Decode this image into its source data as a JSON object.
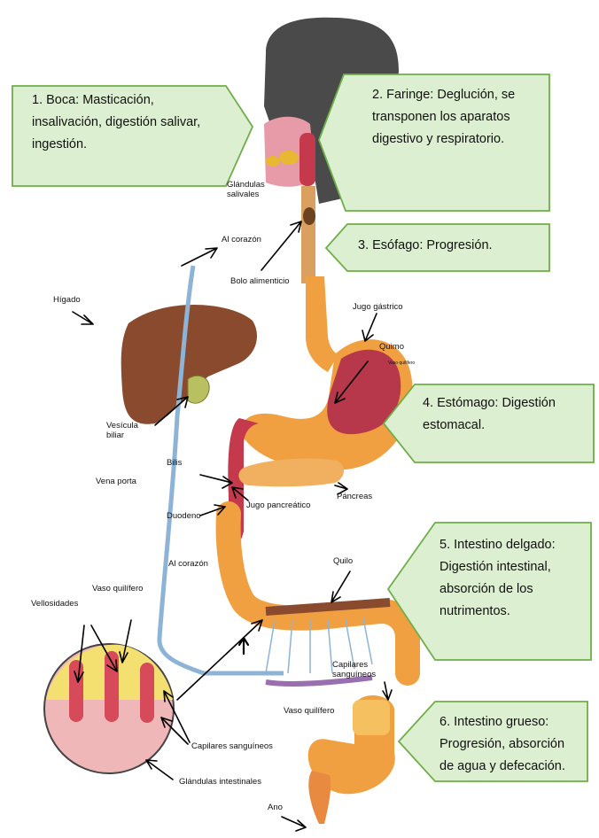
{
  "callouts": [
    {
      "lines": [
        "1. Boca: Masticación,",
        "insalivación, digestión salivar,",
        "ingestión."
      ]
    },
    {
      "lines": [
        "2. Faringe: Deglución, se",
        "transponen los aparatos",
        "digestivo y respiratorio."
      ]
    },
    {
      "lines": [
        "3. Esófago: Progresión."
      ]
    },
    {
      "lines": [
        "4. Estómago: Digestión",
        "estomacal."
      ]
    },
    {
      "lines": [
        "5. Intestino delgado:",
        "Digestión intestinal,",
        "absorción de los",
        "nutrimentos."
      ]
    },
    {
      "lines": [
        "6. Intestino grueso:",
        "Progresión, absorción",
        "de agua y defecación."
      ]
    }
  ],
  "labels": {
    "glandulas_salivales": [
      "Glándulas",
      "salivales"
    ],
    "al_corazon_top": "Al corazón",
    "bolo_alimenticio": "Bolo alimenticio",
    "higado": "Hígado",
    "jugo_gastrico": "Jugo gástrico",
    "quimo": "Quimo",
    "vaso_quilifero_small": "Vaso quilífero",
    "vesicula_biliar": [
      "Vesícula",
      "biliar"
    ],
    "bilis": "Bilis",
    "vena_porta": "Vena porta",
    "duodeno": "Duodeno",
    "jugo_pancreatico": "Jugo pancreático",
    "pancreas": "Páncreas",
    "al_corazon_mid": "Al corazón",
    "quilo": "Quilo",
    "vaso_quilifero": "Vaso quilífero",
    "vellosidades": "Vellosidades",
    "capilares_sanguineos_right": [
      "Capilares",
      "sanguíneos"
    ],
    "vaso_quilifero_bottom": "Vaso quilífero",
    "capilares_sanguineos_bottom": "Capilares sanguíneos",
    "glandulas_intestinales": "Glándulas intestinales",
    "ano": "Ano"
  },
  "colors": {
    "callout_fill": "#dcefd0",
    "callout_stroke": "#6fae48",
    "liver": "#8a4a2e",
    "organ_orange": "#f0a040",
    "head": "#4a4a4a",
    "vein": "#8db4d6"
  }
}
